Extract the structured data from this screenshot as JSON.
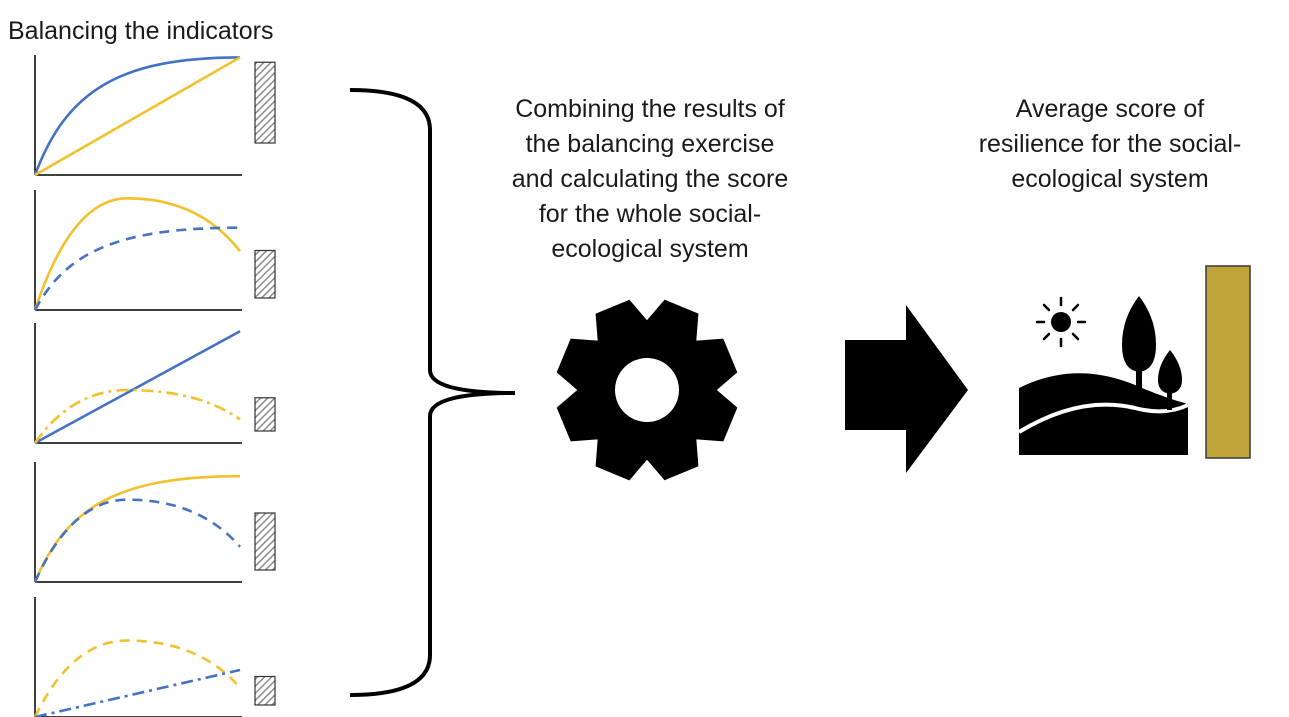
{
  "title": "Balancing the indicators",
  "middle_text": [
    "Combining the results of",
    "the balancing exercise",
    "and calculating the score",
    "for the whole social-",
    "ecological system"
  ],
  "right_text": [
    "Average score of",
    "resilience for the social-",
    "ecological system"
  ],
  "colors": {
    "blue": "#4472c4",
    "yellow": "#f2c12e",
    "bar_hatch": "#9a9a9a",
    "result_bar": "#bfa43a",
    "black": "#000000"
  },
  "icons": [
    "gear-icon",
    "arrow-right-icon",
    "landscape-icon",
    "sun-icon",
    "tree-icon",
    "curly-brace-icon"
  ],
  "panels": [
    {
      "name": "panel-1",
      "bar_level": 0.85,
      "curves": [
        {
          "color": "blue",
          "style": "solid",
          "shape": "saturating",
          "peak": 1.0,
          "end": 1.0
        },
        {
          "color": "yellow",
          "style": "solid",
          "shape": "linear",
          "end": 1.0
        }
      ]
    },
    {
      "name": "panel-2",
      "bar_level": 0.5,
      "curves": [
        {
          "color": "yellow",
          "style": "solid",
          "shape": "hump",
          "peak": 0.95,
          "end": 0.5
        },
        {
          "color": "blue",
          "style": "dashed",
          "shape": "saturating",
          "peak": 0.7,
          "end": 0.7
        }
      ]
    },
    {
      "name": "panel-3",
      "bar_level": 0.35,
      "curves": [
        {
          "color": "blue",
          "style": "solid",
          "shape": "linear",
          "end": 0.95
        },
        {
          "color": "yellow",
          "style": "dashdot",
          "shape": "hump",
          "peak": 0.45,
          "end": 0.2
        }
      ]
    },
    {
      "name": "panel-4",
      "bar_level": 0.6,
      "curves": [
        {
          "color": "yellow",
          "style": "solid",
          "shape": "saturating",
          "peak": 0.9,
          "end": 0.9
        },
        {
          "color": "blue",
          "style": "dashed",
          "shape": "hump",
          "peak": 0.7,
          "end": 0.3
        }
      ]
    },
    {
      "name": "panel-5",
      "bar_level": 0.3,
      "curves": [
        {
          "color": "yellow",
          "style": "dashed",
          "shape": "hump",
          "peak": 0.65,
          "end": 0.25
        },
        {
          "color": "blue",
          "style": "dashdot",
          "shape": "linear",
          "end": 0.4
        }
      ]
    }
  ],
  "result_bar_level": 0.85
}
